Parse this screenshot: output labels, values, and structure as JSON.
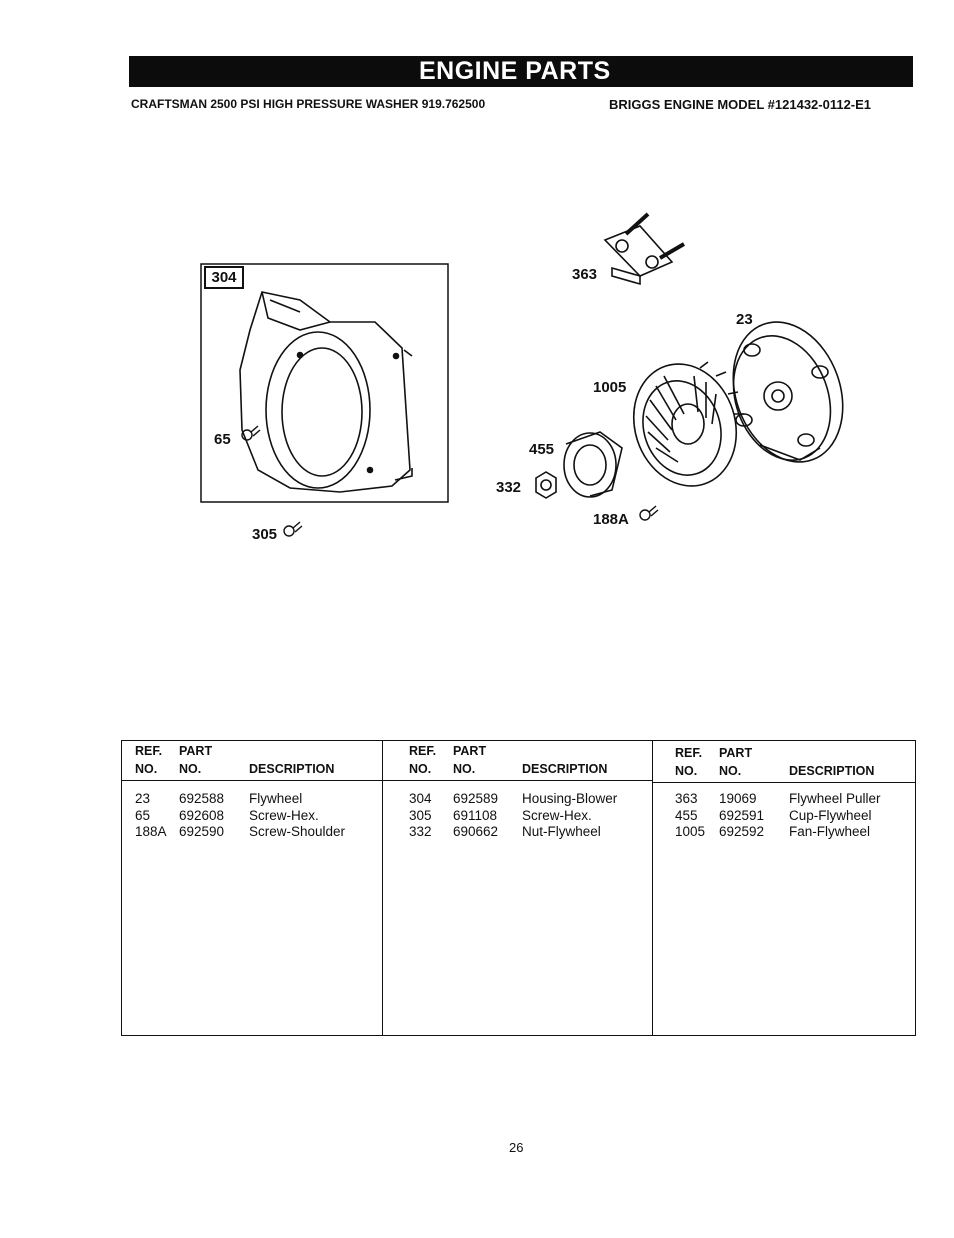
{
  "header": {
    "title": "ENGINE PARTS",
    "product": "CRAFTSMAN 2500 PSI HIGH PRESSURE WASHER 919.762500",
    "engine": "BRIGGS ENGINE MODEL #121432-0112-E1"
  },
  "diagram": {
    "box_label": "304",
    "callouts": {
      "c65": "65",
      "c305": "305",
      "c363": "363",
      "c23": "23",
      "c1005": "1005",
      "c455": "455",
      "c332": "332",
      "c188a": "188A"
    }
  },
  "table": {
    "headers": {
      "ref_line1": "REF.",
      "ref_line2": "NO.",
      "part_line1": "PART",
      "part_line2": "NO.",
      "description": "DESCRIPTION"
    },
    "columns": [
      [
        {
          "ref": "23",
          "part": "692588",
          "description": "Flywheel"
        },
        {
          "ref": "65",
          "part": "692608",
          "description": "Screw-Hex."
        },
        {
          "ref": "188A",
          "part": "692590",
          "description": "Screw-Shoulder"
        }
      ],
      [
        {
          "ref": "304",
          "part": "692589",
          "description": "Housing-Blower"
        },
        {
          "ref": "305",
          "part": "691108",
          "description": "Screw-Hex."
        },
        {
          "ref": "332",
          "part": "690662",
          "description": "Nut-Flywheel"
        }
      ],
      [
        {
          "ref": "363",
          "part": "19069",
          "description": "Flywheel Puller"
        },
        {
          "ref": "455",
          "part": "692591",
          "description": "Cup-Flywheel"
        },
        {
          "ref": "1005",
          "part": "692592",
          "description": "Fan-Flywheel"
        }
      ]
    ]
  },
  "footer": {
    "page_number": "26"
  }
}
